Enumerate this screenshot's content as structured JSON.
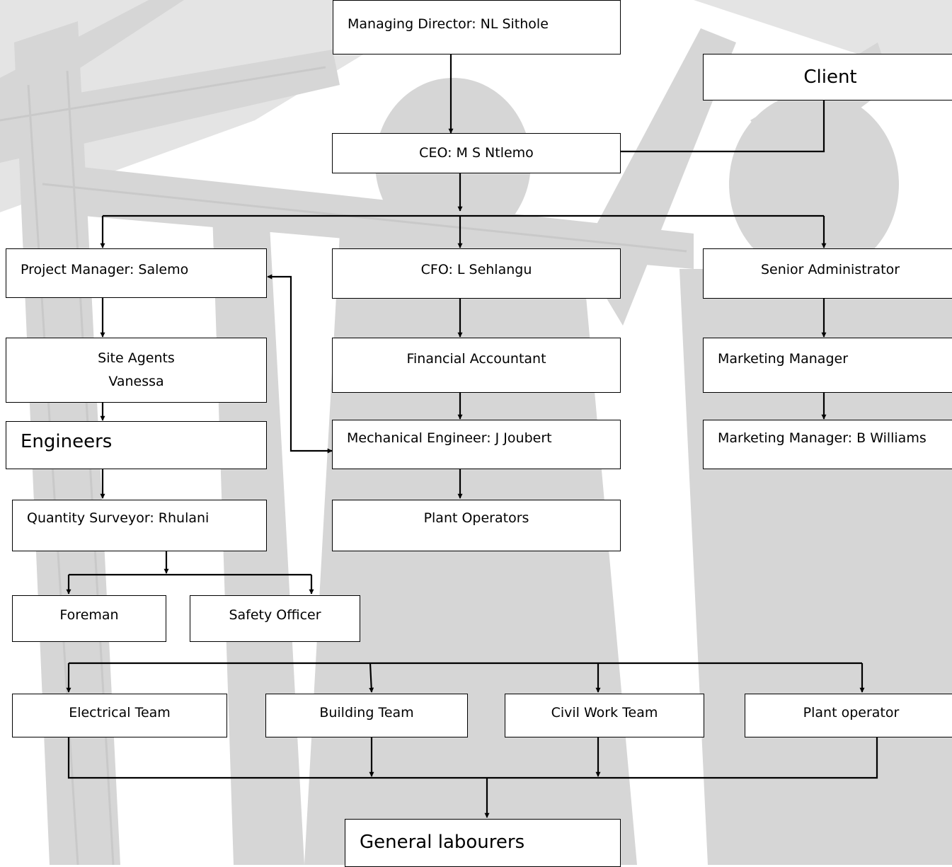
{
  "colors": {
    "background_silhouette": "#d6d6d6",
    "box_fill": "#ffffff",
    "line": "#000000"
  },
  "nodes": {
    "managing_director": "Managing Director: NL Sithole",
    "client": "Client",
    "ceo": "CEO: M S Ntlemo",
    "project_manager": "Project Manager: Salemo",
    "cfo": "CFO: L Sehlangu",
    "senior_administrator": "Senior Administrator",
    "site_agents": {
      "line1": "Site Agents",
      "line2": "Vanessa"
    },
    "financial_accountant": "Financial Accountant",
    "marketing_manager": "Marketing Manager",
    "engineers": "Engineers",
    "mechanical_engineer": "Mechanical Engineer: J Joubert",
    "marketing_manager_named": "Marketing Manager: B Williams",
    "quantity_surveyor": "Quantity Surveyor: Rhulani",
    "plant_operators": "Plant Operators",
    "foreman": "Foreman",
    "safety_officer": "Safety Officer",
    "electrical_team": "Electrical Team",
    "building_team": "Building Team",
    "civil_work_team": "Civil Work Team",
    "plant_operator": "Plant operator",
    "general_labourers": "General labourers"
  }
}
